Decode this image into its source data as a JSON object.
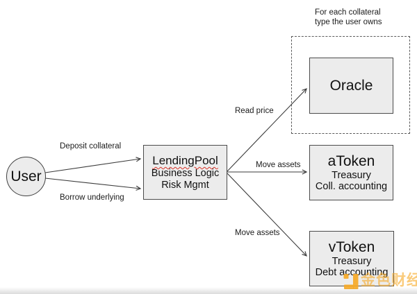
{
  "diagram": {
    "nodes": {
      "user": {
        "label": "User"
      },
      "lending_pool": {
        "title": "LendingPool",
        "subtitle1": "Business Logic",
        "subtitle2": "Risk Mgmt"
      },
      "oracle": {
        "title": "Oracle"
      },
      "a_token": {
        "title": "aToken",
        "subtitle1": "Treasury",
        "subtitle2": "Coll. accounting"
      },
      "v_token": {
        "title": "vToken",
        "subtitle1": "Treasury",
        "subtitle2": "Debt accounting"
      }
    },
    "annotations": {
      "group_note_line1": "For each collateral",
      "group_note_line2": "type the user owns"
    },
    "edges": {
      "deposit_label": "Deposit collateral",
      "borrow_label": "Borrow underlying",
      "read_price_label": "Read price",
      "move_assets_atoken_label": "Move assets",
      "move_assets_vtoken_label": "Move assets"
    },
    "colors": {
      "node_fill": "#ececec",
      "node_border": "#4a4a4a",
      "arrow": "#3a3a3a",
      "spellcheck_underline": "#d93025",
      "watermark_orange": "#f7a823"
    }
  },
  "watermark": {
    "brand_text": "金色财经"
  }
}
